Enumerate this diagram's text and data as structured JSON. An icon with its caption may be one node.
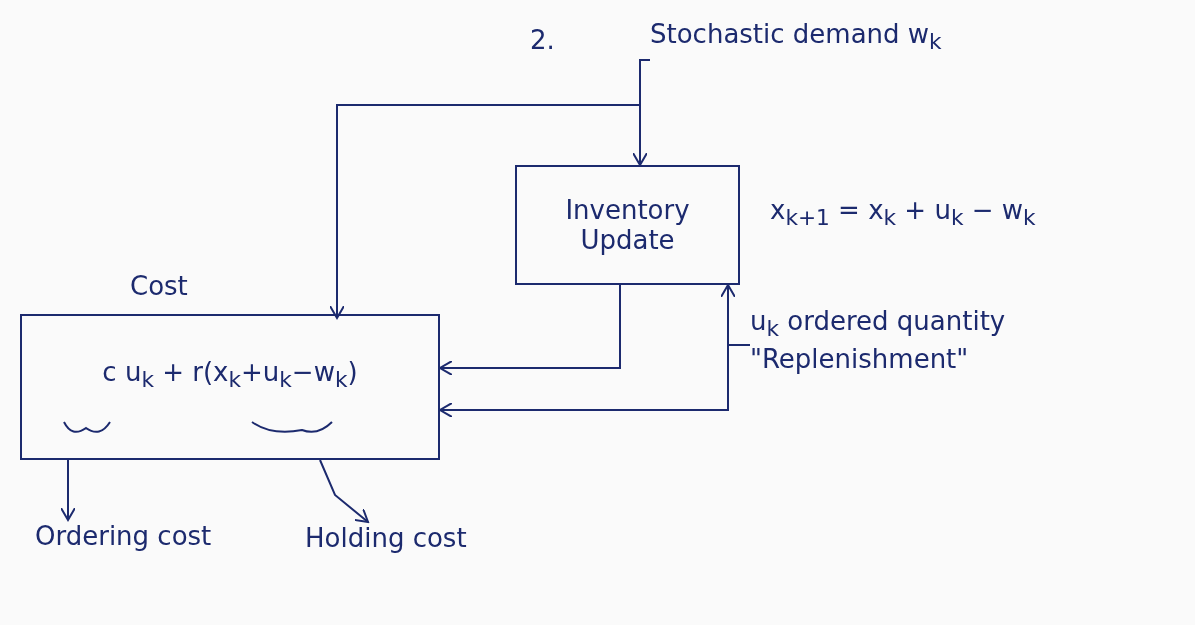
{
  "diagram": {
    "nodes": [
      {
        "text": [
          "Inventory Update"
        ],
        "beside": [
          "x$_{k+1}$ = x$_{k}$ + u$_{k}$ − w$_{k}$"
        ]
      },
      {
        "text": [
          "Cost",
          "c u$_{k}$ + r(x$_{k}$+u$_{k}$−w$_{k}$)"
        ]
      },
      {
        "text": [
          "Stochastic demand w$_{k}$"
        ]
      },
      {
        "text": [
          "u$_{k}$ ordered quantity \"Replenishment\""
        ]
      },
      {
        "text": [
          "Ordering cost"
        ]
      },
      {
        "text": [
          "Holding cost"
        ]
      }
    ],
    "edges": [
      {
        "from": 2,
        "to": 0,
        "arrow": "to"
      },
      {
        "from": 2,
        "to": 1,
        "arrow": "to"
      },
      {
        "from": 0,
        "to": 1,
        "arrow": "to"
      },
      {
        "from": 3,
        "to": 0,
        "arrow": "to"
      },
      {
        "from": 3,
        "to": 1,
        "arrow": "to"
      },
      {
        "from": 1,
        "to": 4,
        "arrow": "to"
      },
      {
        "from": 1,
        "to": 5,
        "arrow": "to"
      }
    ],
    "labels": [
      "2."
    ]
  }
}
